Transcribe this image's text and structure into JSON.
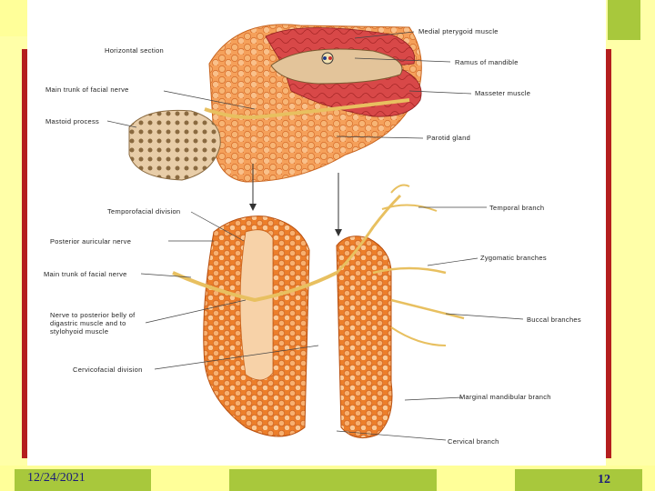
{
  "slide": {
    "date": "12/24/2021",
    "page_number": "12",
    "colors": {
      "background": "#ffffa8",
      "accent_red": "#b41e1e",
      "accent_green": "#a8c83c",
      "text_blue": "#1a1a7a"
    }
  },
  "figure": {
    "labels": {
      "medial_pterygoid": "Medial pterygoid muscle",
      "horizontal_section": "Horizontal section",
      "ramus": "Ramus of mandible",
      "main_trunk_top": "Main trunk of facial nerve",
      "masseter": "Masseter muscle",
      "mastoid": "Mastoid process",
      "parotid": "Parotid gland",
      "temporofacial": "Temporofacial division",
      "temporal": "Temporal branch",
      "posterior_auricular": "Posterior auricular nerve",
      "zygomatic": "Zygomatic branches",
      "main_trunk_bottom": "Main trunk of facial nerve",
      "nerve_digastric": "Nerve to posterior belly of digastric muscle and to stylohyoid muscle",
      "buccal": "Buccal branches",
      "cervicofacial": "Cervicofacial division",
      "marginal": "Marginal mandibular branch",
      "cervical": "Cervical branch"
    }
  }
}
